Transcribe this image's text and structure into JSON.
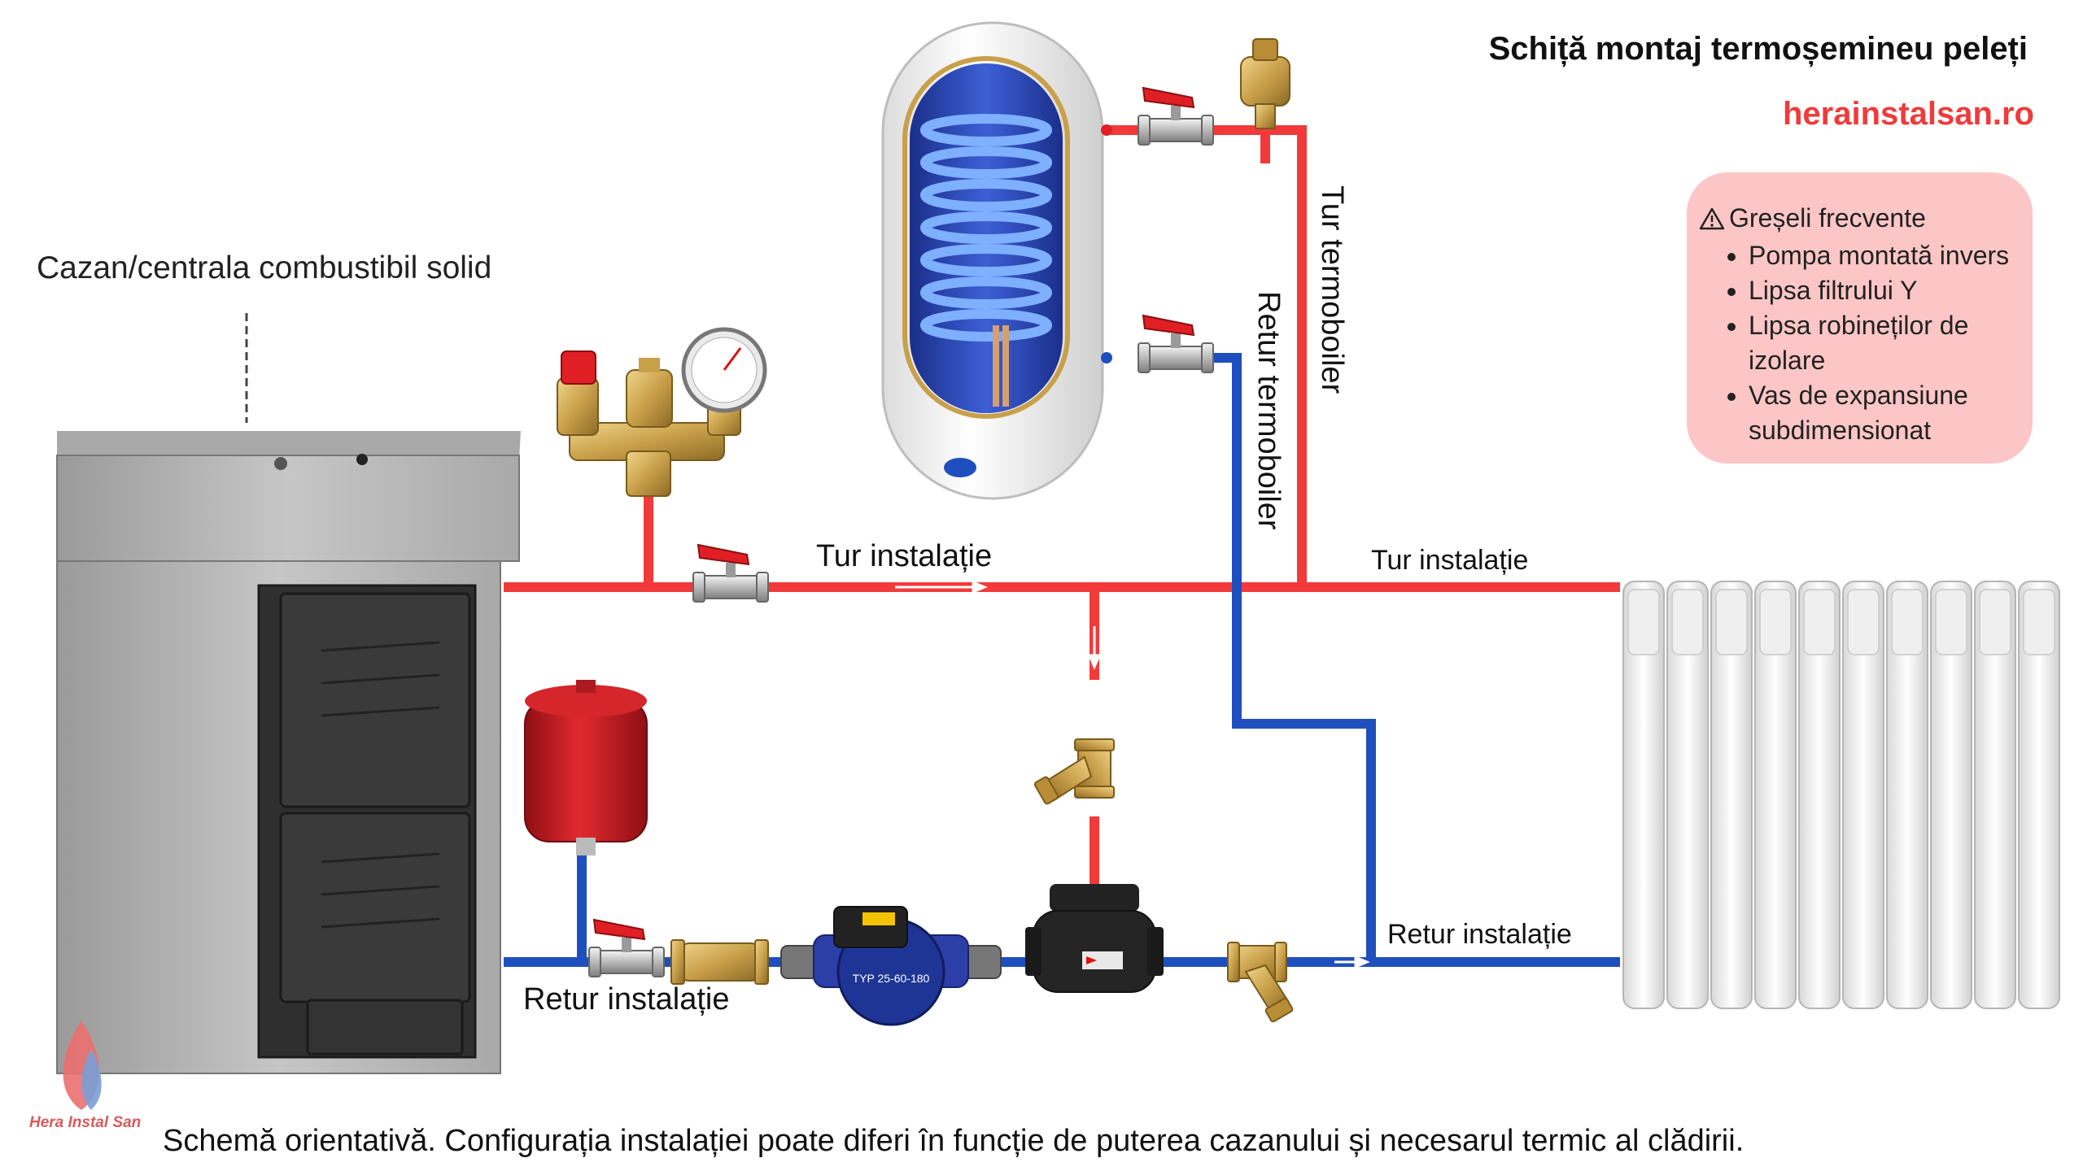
{
  "title": "Schiță montaj termoșemineu peleți",
  "website": "herainstalsan.ro",
  "labels": {
    "boiler": "Cazan/centrala combustibil solid",
    "tur_instalatie_left": "Tur instalație",
    "tur_instalatie_right": "Tur instalație",
    "retur_instalatie_left": "Retur instalație",
    "retur_instalatie_right": "Retur instalație",
    "tur_termoboiler": "Tur termoboiler",
    "retur_termoboiler": "Retur termoboiler"
  },
  "mistakes": {
    "heading": "Greșeli frecvente",
    "items": [
      "Pompa montată invers",
      "Lipsa filtrului Y",
      "Lipsa robineților de izolare",
      "Vas de expansiune subdimensionat"
    ]
  },
  "footer": "Schemă orientativă. Configurația instalației poate diferi în funcție de puterea cazanului și necesarul termic al clădirii.",
  "logo_text": "Hera Instal San",
  "pump_label": "TYP 25-60-180",
  "colors": {
    "supply_pipe": "#f23a3a",
    "return_pipe": "#1f4fbf",
    "brand_red": "#ef3b3b",
    "mistakes_bg": "#fdc6c6"
  },
  "icons": [
    "warning-icon",
    "ball-valve-icon",
    "y-filter-icon",
    "circulation-pump-icon",
    "three-way-valve-icon",
    "check-valve-icon",
    "pressure-gauge-icon",
    "air-vent-icon"
  ]
}
